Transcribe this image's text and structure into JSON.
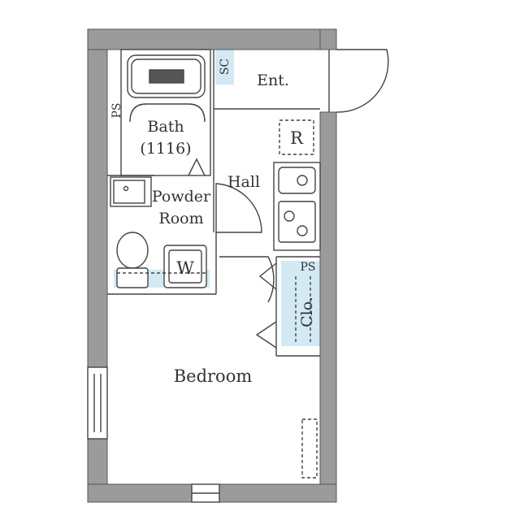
{
  "colors": {
    "wall": "#9b9b9b",
    "wall_outline": "#555555",
    "line": "#444444",
    "storage_fill": "#d3e9f4",
    "background": "#ffffff"
  },
  "rooms": {
    "entrance": "Ent.",
    "bath": "Bath",
    "bath_size": "(1116)",
    "hall": "Hall",
    "powder_room_line1": "Powder",
    "powder_room_line2": "Room",
    "bedroom": "Bedroom"
  },
  "labels": {
    "shoe_cabinet": "SC",
    "pipe_space_left": "PS",
    "pipe_space_right": "PS",
    "closet": "Clo.",
    "refrigerator": "R",
    "washer": "W"
  },
  "icons": {
    "bathtub": "bathtub-icon",
    "sink": "sink-icon",
    "toilet": "toilet-icon",
    "washer": "washer-icon",
    "kitchen_sink": "kitchen-sink-icon",
    "stove": "stove-icon",
    "refrigerator": "refrigerator-icon"
  }
}
